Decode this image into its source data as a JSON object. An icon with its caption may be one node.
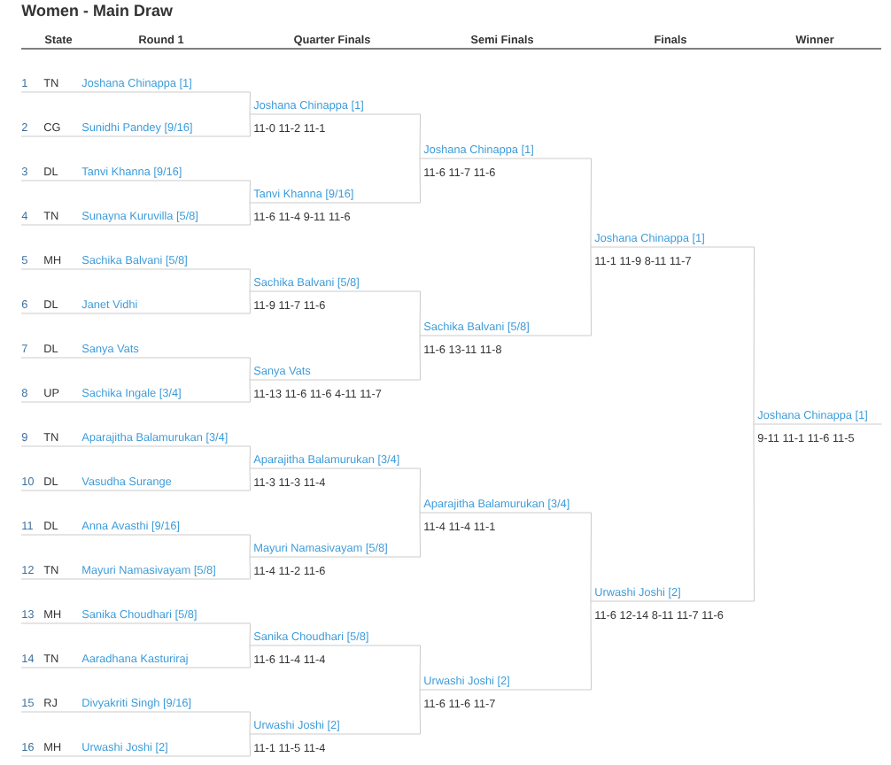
{
  "diagram": {
    "title": "Women - Main Draw",
    "nodes": [
      {
        "text": [
          "1",
          "TN",
          "Joshana Chinappa [1]"
        ]
      },
      {
        "text": [
          "2",
          "CG",
          "Sunidhi Pandey [9/16]"
        ]
      },
      {
        "text": [
          "3",
          "DL",
          "Tanvi Khanna [9/16]"
        ]
      },
      {
        "text": [
          "4",
          "TN",
          "Sunayna Kuruvilla [5/8]"
        ]
      },
      {
        "text": [
          "5",
          "MH",
          "Sachika Balvani [5/8]"
        ]
      },
      {
        "text": [
          "6",
          "DL",
          "Janet Vidhi"
        ]
      },
      {
        "text": [
          "7",
          "DL",
          "Sanya Vats"
        ]
      },
      {
        "text": [
          "8",
          "UP",
          "Sachika Ingale [3/4]"
        ]
      },
      {
        "text": [
          "9",
          "TN",
          "Aparajitha Balamurukan [3/4]"
        ]
      },
      {
        "text": [
          "10",
          "DL",
          "Vasudha Surange"
        ]
      },
      {
        "text": [
          "11",
          "DL",
          "Anna Avasthi [9/16]"
        ]
      },
      {
        "text": [
          "12",
          "TN",
          "Mayuri Namasivayam [5/8]"
        ]
      },
      {
        "text": [
          "13",
          "MH",
          "Sanika Choudhari [5/8]"
        ]
      },
      {
        "text": [
          "14",
          "TN",
          "Aaradhana Kasturiraj"
        ]
      },
      {
        "text": [
          "15",
          "RJ",
          "Divyakriti Singh [9/16]"
        ]
      },
      {
        "text": [
          "16",
          "MH",
          "Urwashi Joshi [2]"
        ]
      },
      {
        "text": [
          "Joshana Chinappa [1]"
        ],
        "beside": [
          "11-0 11-2 11-1"
        ]
      },
      {
        "text": [
          "Tanvi Khanna [9/16]"
        ],
        "beside": [
          "11-6 11-4 9-11 11-6"
        ]
      },
      {
        "text": [
          "Sachika Balvani [5/8]"
        ],
        "beside": [
          "11-9 11-7 11-6"
        ]
      },
      {
        "text": [
          "Sanya Vats"
        ],
        "beside": [
          "11-13 11-6 11-6 4-11 11-7"
        ]
      },
      {
        "text": [
          "Aparajitha Balamurukan [3/4]"
        ],
        "beside": [
          "11-3 11-3 11-4"
        ]
      },
      {
        "text": [
          "Mayuri Namasivayam [5/8]"
        ],
        "beside": [
          "11-4 11-2 11-6"
        ]
      },
      {
        "text": [
          "Sanika Choudhari [5/8]"
        ],
        "beside": [
          "11-6 11-4 11-4"
        ]
      },
      {
        "text": [
          "Urwashi Joshi [2]"
        ],
        "beside": [
          "11-1 11-5 11-4"
        ]
      },
      {
        "text": [
          "Joshana Chinappa [1]"
        ],
        "beside": [
          "11-6 11-7 11-6"
        ]
      },
      {
        "text": [
          "Sachika Balvani [5/8]"
        ],
        "beside": [
          "11-6 13-11 11-8"
        ]
      },
      {
        "text": [
          "Aparajitha Balamurukan [3/4]"
        ],
        "beside": [
          "11-4 11-4 11-1"
        ]
      },
      {
        "text": [
          "Urwashi Joshi [2]"
        ],
        "beside": [
          "11-6 11-6 11-7"
        ]
      },
      {
        "text": [
          "Joshana Chinappa [1]"
        ],
        "beside": [
          "11-1 11-9 8-11 11-7"
        ]
      },
      {
        "text": [
          "Urwashi Joshi [2]"
        ],
        "beside": [
          "11-6 12-14 8-11 11-7 11-6"
        ]
      },
      {
        "text": [
          "Joshana Chinappa [1]"
        ],
        "beside": [
          "9-11 11-1 11-6 11-5"
        ]
      }
    ],
    "edges": [
      {
        "from": 0,
        "to": 16,
        "arrow": "none"
      },
      {
        "from": 1,
        "to": 16,
        "arrow": "none"
      },
      {
        "from": 2,
        "to": 17,
        "arrow": "none"
      },
      {
        "from": 3,
        "to": 17,
        "arrow": "none"
      },
      {
        "from": 4,
        "to": 18,
        "arrow": "none"
      },
      {
        "from": 5,
        "to": 18,
        "arrow": "none"
      },
      {
        "from": 6,
        "to": 19,
        "arrow": "none"
      },
      {
        "from": 7,
        "to": 19,
        "arrow": "none"
      },
      {
        "from": 8,
        "to": 20,
        "arrow": "none"
      },
      {
        "from": 9,
        "to": 20,
        "arrow": "none"
      },
      {
        "from": 10,
        "to": 21,
        "arrow": "none"
      },
      {
        "from": 11,
        "to": 21,
        "arrow": "none"
      },
      {
        "from": 12,
        "to": 22,
        "arrow": "none"
      },
      {
        "from": 13,
        "to": 22,
        "arrow": "none"
      },
      {
        "from": 14,
        "to": 23,
        "arrow": "none"
      },
      {
        "from": 15,
        "to": 23,
        "arrow": "none"
      },
      {
        "from": 16,
        "to": 24,
        "arrow": "none"
      },
      {
        "from": 17,
        "to": 24,
        "arrow": "none"
      },
      {
        "from": 18,
        "to": 25,
        "arrow": "none"
      },
      {
        "from": 19,
        "to": 25,
        "arrow": "none"
      },
      {
        "from": 20,
        "to": 26,
        "arrow": "none"
      },
      {
        "from": 21,
        "to": 26,
        "arrow": "none"
      },
      {
        "from": 22,
        "to": 27,
        "arrow": "none"
      },
      {
        "from": 23,
        "to": 27,
        "arrow": "none"
      },
      {
        "from": 24,
        "to": 28,
        "arrow": "none"
      },
      {
        "from": 25,
        "to": 28,
        "arrow": "none"
      },
      {
        "from": 26,
        "to": 29,
        "arrow": "none"
      },
      {
        "from": 27,
        "to": 29,
        "arrow": "none"
      },
      {
        "from": 28,
        "to": 30,
        "arrow": "none"
      },
      {
        "from": 29,
        "to": 30,
        "arrow": "none"
      }
    ],
    "labels": [
      "State",
      "Round 1",
      "Quarter Finals",
      "Semi Finals",
      "Finals",
      "Winner"
    ]
  }
}
